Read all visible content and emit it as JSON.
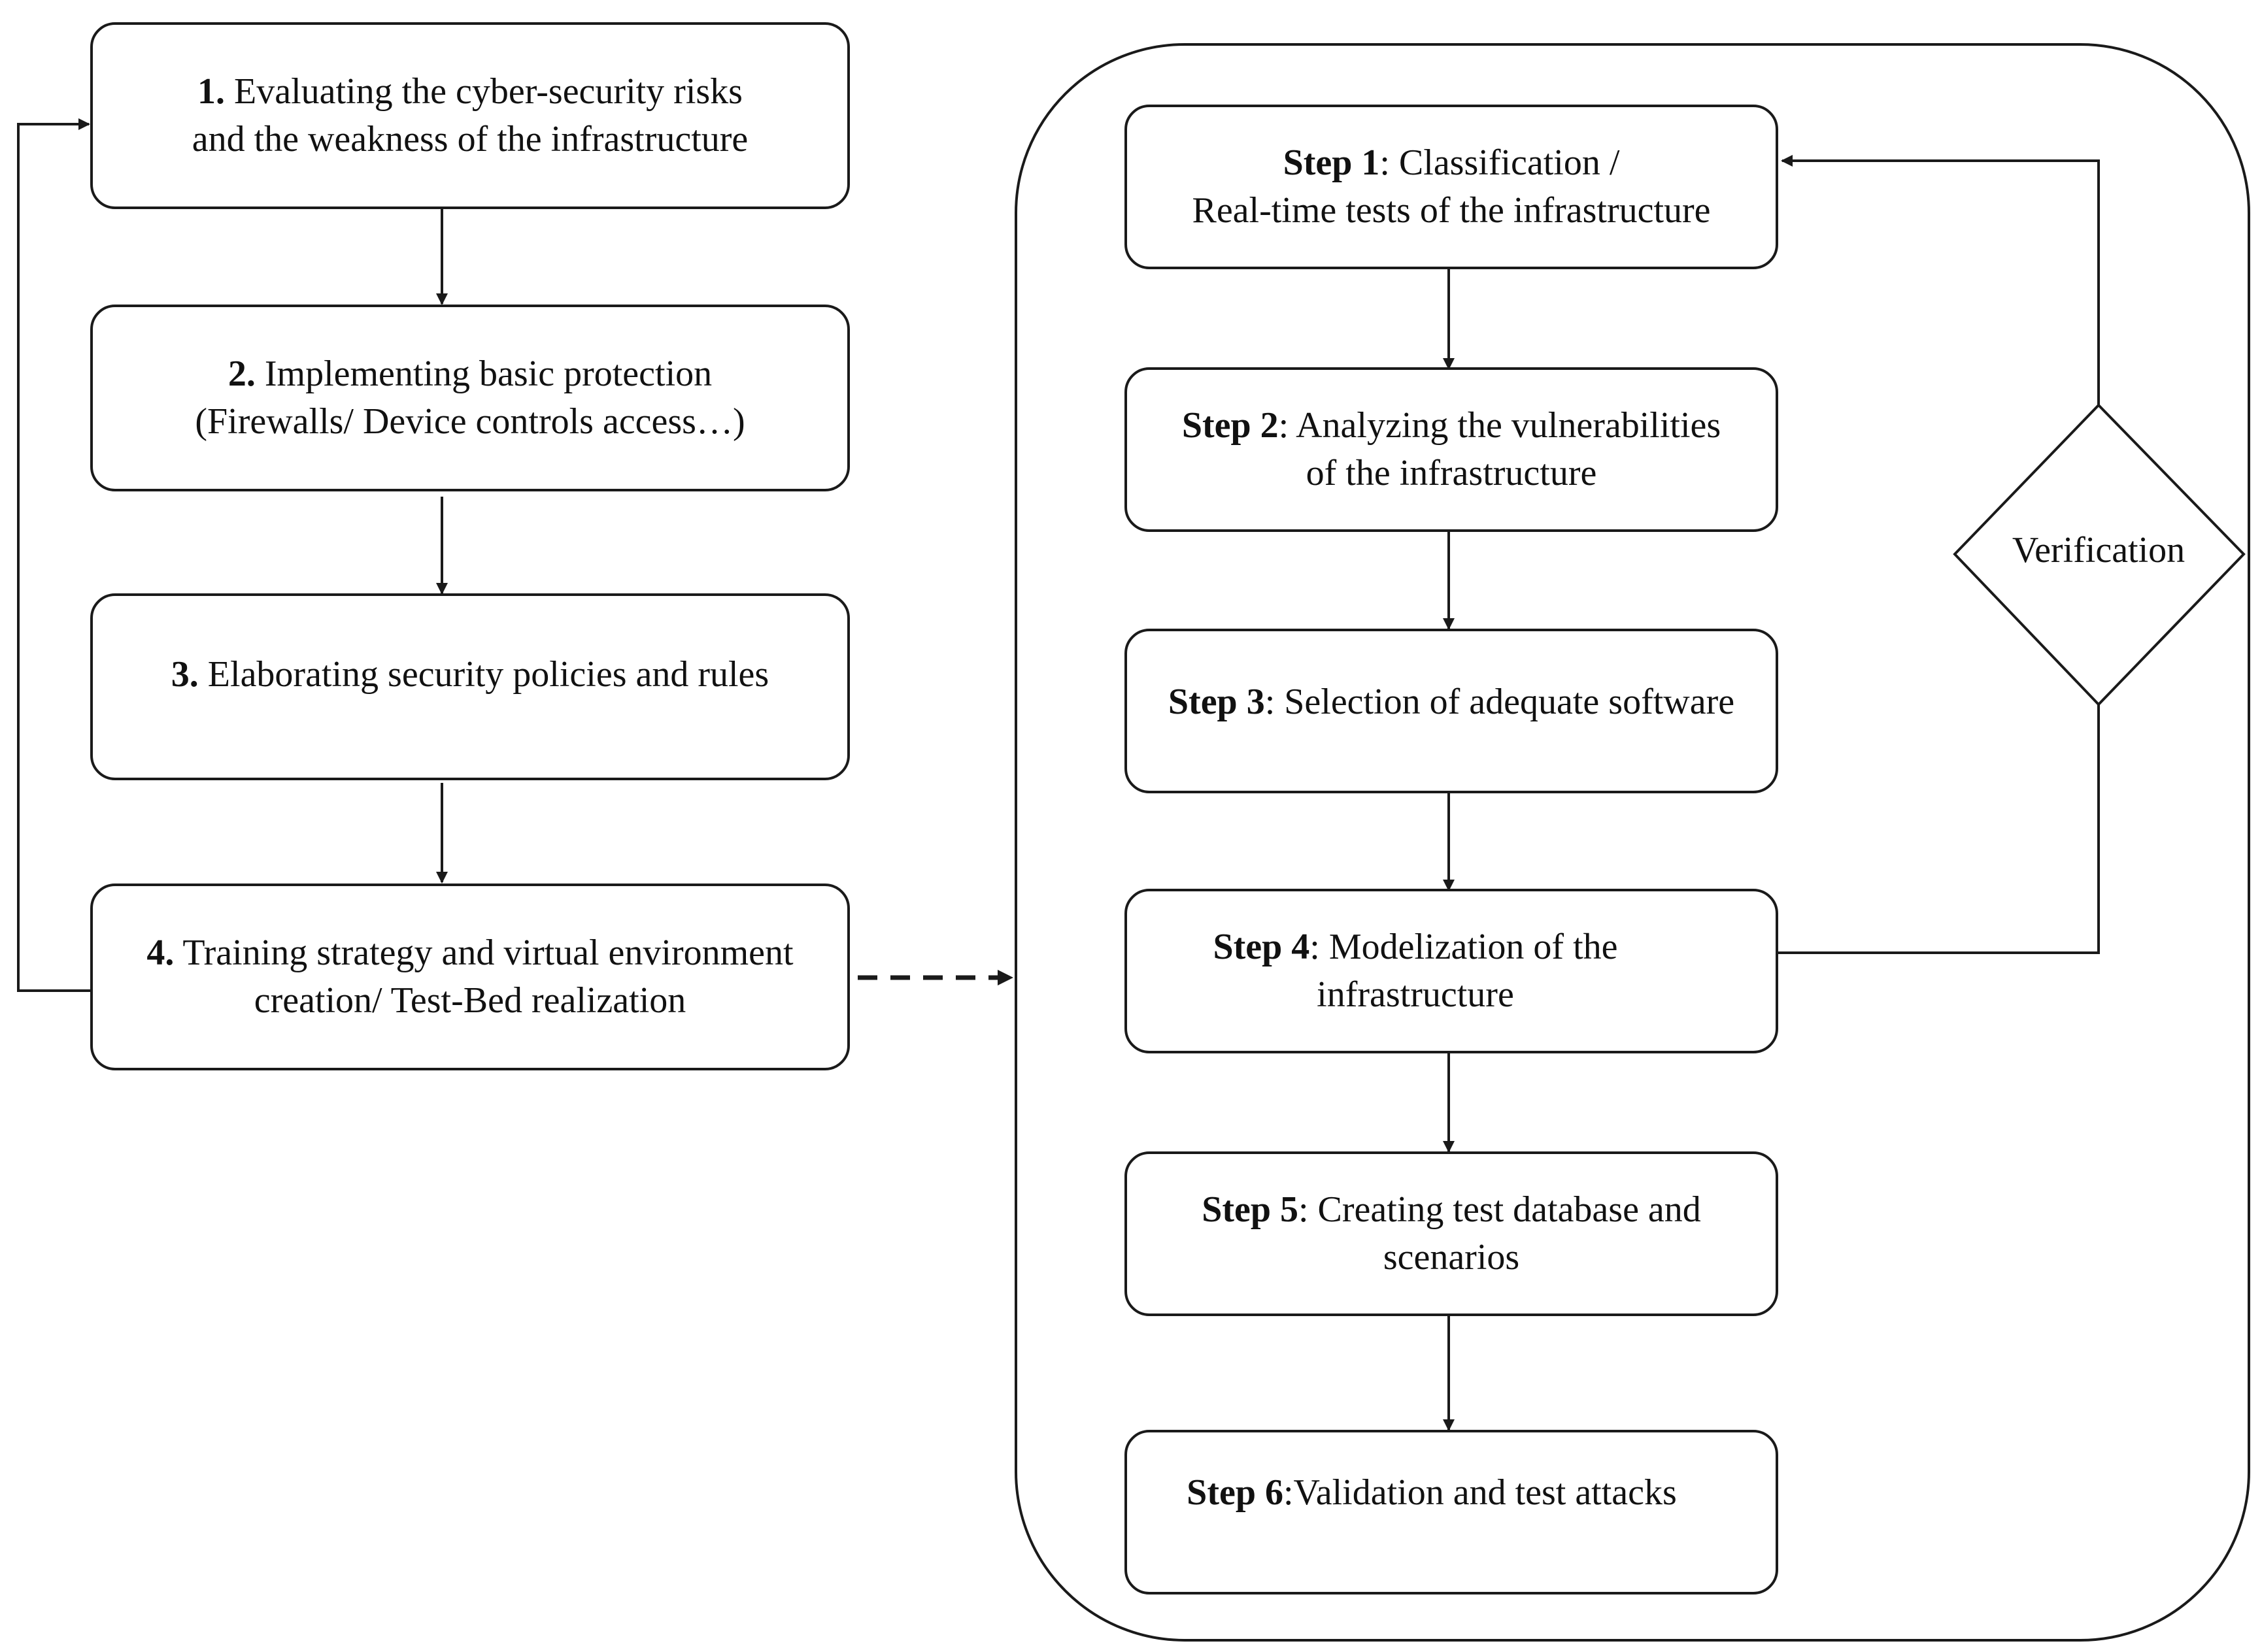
{
  "left_steps": [
    {
      "number": "1.",
      "lines": [
        " Evaluating the cyber-security risks",
        "and the weakness of the infrastructure"
      ]
    },
    {
      "number": "2.",
      "lines": [
        " Implementing basic protection",
        "(Firewalls/ Device controls access…)"
      ]
    },
    {
      "number": "3.",
      "lines": [
        " Elaborating security policies and rules"
      ]
    },
    {
      "number": "4.",
      "lines": [
        " Training strategy and virtual environment",
        "creation/ Test-Bed realization"
      ]
    }
  ],
  "right_steps": [
    {
      "label": "Step 1",
      "lines": [
        ": Classification /",
        "Real-time tests of the infrastructure"
      ]
    },
    {
      "label": "Step 2",
      "lines": [
        ": Analyzing the vulnerabilities",
        "of the infrastructure"
      ]
    },
    {
      "label": "Step 3",
      "lines": [
        ": Selection of adequate software"
      ]
    },
    {
      "label": "Step 4",
      "lines": [
        ": Modelization of the",
        "infrastructure"
      ]
    },
    {
      "label": "Step 5",
      "lines": [
        ": Creating test database and",
        "scenarios"
      ]
    },
    {
      "label": "Step 6",
      "lines": [
        ":Validation and test attacks"
      ]
    }
  ],
  "decision": {
    "label": "Verification"
  }
}
